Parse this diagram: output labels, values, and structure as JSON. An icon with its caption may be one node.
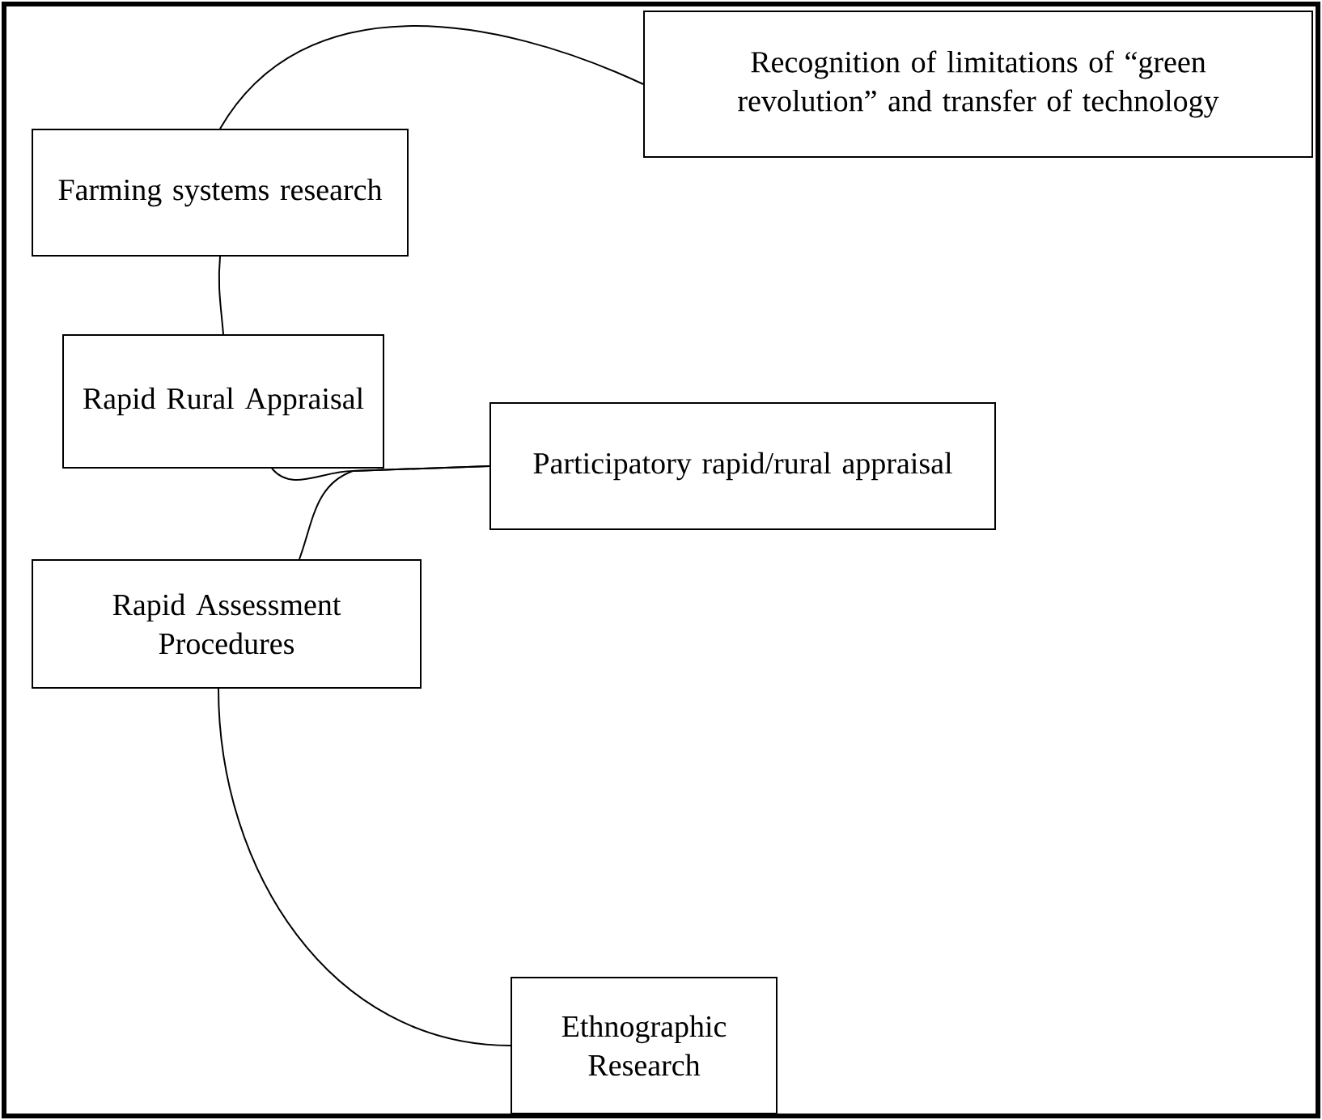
{
  "diagram": {
    "nodes": [
      {
        "text": [
          "Recognition of limitations of “green revolution” and transfer of technology"
        ]
      },
      {
        "text": [
          "Farming systems research"
        ]
      },
      {
        "text": [
          "Rapid Rural Appraisal"
        ]
      },
      {
        "text": [
          "Participatory rapid/rural appraisal"
        ]
      },
      {
        "text": [
          "Rapid Assessment Procedures"
        ]
      },
      {
        "text": [
          "Ethnographic Research"
        ]
      }
    ],
    "edges": [
      {
        "from": 0,
        "to": 1,
        "arrow": "none"
      },
      {
        "from": 1,
        "to": 2,
        "arrow": "none"
      },
      {
        "from": 2,
        "to": 3,
        "arrow": "none"
      },
      {
        "from": 4,
        "to": 3,
        "arrow": "none"
      },
      {
        "from": 4,
        "to": 5,
        "arrow": "none"
      }
    ]
  }
}
